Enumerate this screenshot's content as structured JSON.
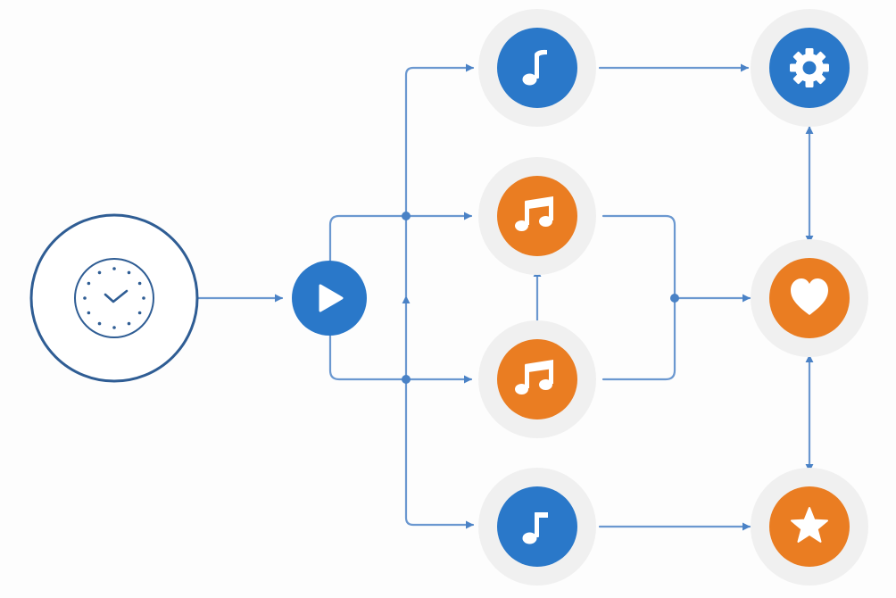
{
  "diagram": {
    "colors": {
      "background": "#fdfdfd",
      "connector": "#5b8fcf",
      "blue_node": "#2a78c9",
      "orange_node": "#ea7d22",
      "halo": "#f0f0f0",
      "source_ring": "#2f5d94",
      "icon_glyph": "#ffffff"
    },
    "nodes": [
      {
        "id": "source",
        "kind": "source",
        "icon": "clock-icon",
        "color": "#2f5d94"
      },
      {
        "id": "play",
        "kind": "node",
        "icon": "play-icon",
        "color": "#2a78c9"
      },
      {
        "id": "note-top",
        "kind": "node",
        "icon": "music-note-icon",
        "color": "#2a78c9"
      },
      {
        "id": "notes-mid-upper",
        "kind": "node",
        "icon": "music-notes-icon",
        "color": "#ea7d22"
      },
      {
        "id": "notes-mid-lower",
        "kind": "node",
        "icon": "music-notes-icon",
        "color": "#ea7d22"
      },
      {
        "id": "note-bottom",
        "kind": "node",
        "icon": "music-note-icon",
        "color": "#2a78c9"
      },
      {
        "id": "settings",
        "kind": "node",
        "icon": "gear-icon",
        "color": "#2a78c9"
      },
      {
        "id": "favorite",
        "kind": "node",
        "icon": "heart-icon",
        "color": "#ea7d22"
      },
      {
        "id": "star",
        "kind": "node",
        "icon": "star-icon",
        "color": "#ea7d22"
      }
    ],
    "edges": [
      {
        "from": "source",
        "to": "play",
        "style": "arrow"
      },
      {
        "from": "play",
        "to": "notes-mid-upper",
        "style": "arrow"
      },
      {
        "from": "play",
        "to": "notes-mid-lower",
        "style": "arrow"
      },
      {
        "from": "play",
        "to": "note-top",
        "style": "arrow"
      },
      {
        "from": "play",
        "to": "note-bottom",
        "style": "arrow"
      },
      {
        "from": "notes-mid-upper",
        "to": "notes-mid-lower",
        "style": "bidirectional"
      },
      {
        "from": "note-top",
        "to": "settings",
        "style": "arrow"
      },
      {
        "from": "notes-mid-upper",
        "to": "favorite",
        "style": "arrow"
      },
      {
        "from": "notes-mid-lower",
        "to": "favorite",
        "style": "arrow"
      },
      {
        "from": "note-bottom",
        "to": "star",
        "style": "arrow"
      },
      {
        "from": "settings",
        "to": "favorite",
        "style": "bidirectional"
      },
      {
        "from": "favorite",
        "to": "star",
        "style": "bidirectional"
      }
    ]
  }
}
